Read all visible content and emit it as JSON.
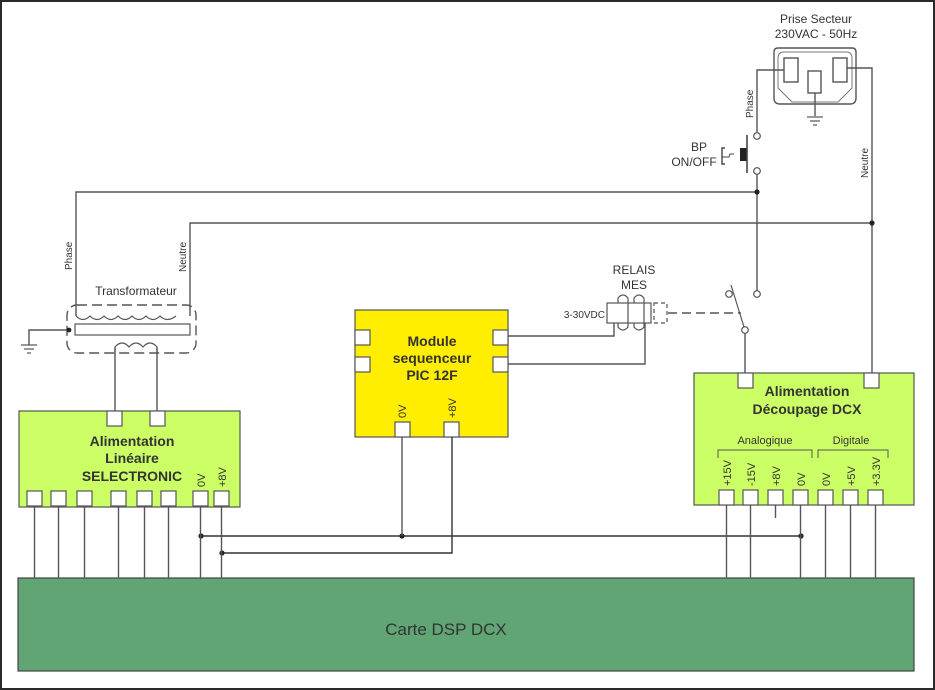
{
  "colors": {
    "green_block": "#ccff66",
    "yellow_block": "#ffee00",
    "dsp_board": "#62a574",
    "wire": "#555555"
  },
  "mains_socket": {
    "title_line1": "Prise Secteur",
    "title_line2": "230VAC - 50Hz"
  },
  "wire_labels": {
    "phase": "Phase",
    "neutre": "Neutre"
  },
  "push_button": {
    "line1": "BP",
    "line2": "ON/OFF"
  },
  "transformer": {
    "label": "Transformateur"
  },
  "relay": {
    "line1": "RELAIS",
    "line2": "MES",
    "coil_voltage": "3-30VDC"
  },
  "linear_psu": {
    "line1": "Alimentation",
    "line2": "Linéaire",
    "line3": "SELECTRONIC",
    "pins": [
      "0V",
      "+8V"
    ]
  },
  "sequencer": {
    "line1": "Module",
    "line2": "sequenceur",
    "line3": "PIC 12F",
    "pins": [
      "0V",
      "+8V"
    ]
  },
  "switching_psu": {
    "line1": "Alimentation",
    "line2": "Découpage DCX",
    "group_analog": "Analogique",
    "group_digital": "Digitale",
    "pins": [
      "+15V",
      "-15V",
      "+8V",
      "0V",
      "0V",
      "+5V",
      "+3.3V"
    ]
  },
  "dsp_board": {
    "label": "Carte DSP DCX"
  }
}
